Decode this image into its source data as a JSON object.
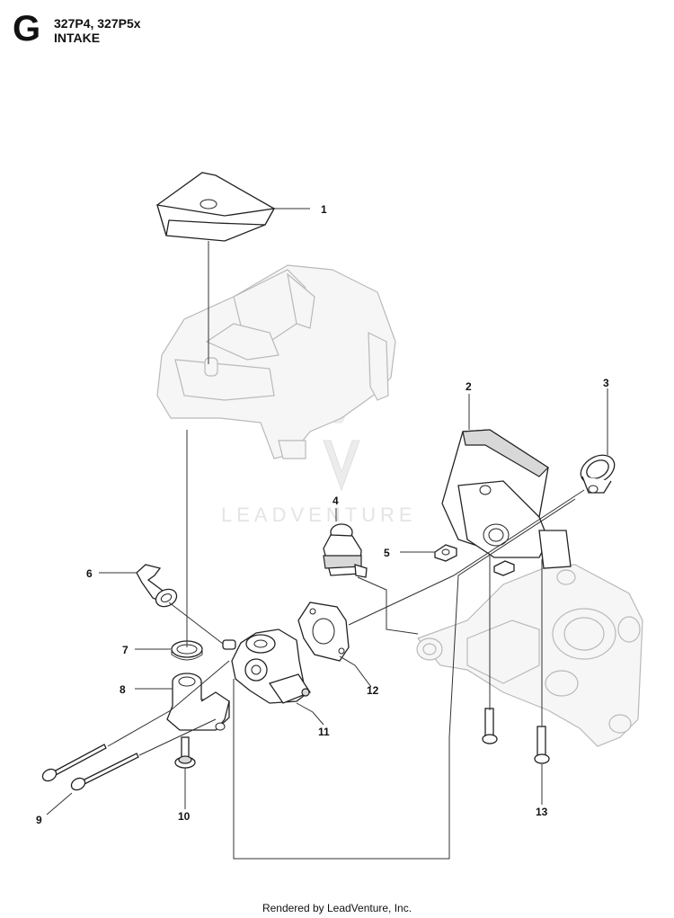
{
  "header": {
    "section_letter": "G",
    "model": "327P4, 327P5x",
    "title": "INTAKE"
  },
  "watermark": "LEADVENTURE",
  "callouts": [
    "1",
    "2",
    "3",
    "4",
    "5",
    "6",
    "7",
    "8",
    "9",
    "10",
    "11",
    "12",
    "13"
  ],
  "footer": "Rendered by LeadVenture, Inc."
}
